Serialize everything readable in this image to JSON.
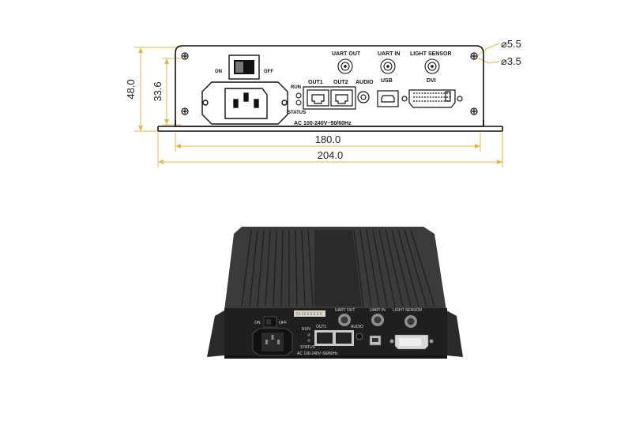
{
  "drawing": {
    "dim_height_outer": "48.0",
    "dim_height_inner": "33.6",
    "dim_width_inner": "180.0",
    "dim_width_outer": "204.0",
    "hole_large": "⌀5.5",
    "hole_small": "⌀3.5",
    "switch_on": "ON",
    "switch_off": "OFF",
    "run": "RUN",
    "status": "STATUS",
    "ac_label": "AC 100-240V~50/60Hz",
    "out1": "OUT1",
    "out2": "OUT2",
    "audio": "AUDIO",
    "uart_out": "UART OUT",
    "uart_in": "UART IN",
    "usb": "USB",
    "light_sensor": "LIGHT SENSOR",
    "dvi": "DVI",
    "colors": {
      "line": "#111111",
      "dimension": "#e2b64c",
      "annotation": "#d4a017"
    }
  },
  "photo": {
    "on": "ON",
    "off": "OFF",
    "run": "RUN",
    "status": "STATUS",
    "ac_label": "AC 100-240V~50/60Hz",
    "out1": "OUT1",
    "audio": "AUDIO",
    "uart_out": "UART OUT",
    "uart_in": "UART IN",
    "light_sensor": "LIGHT SENSOR",
    "colors": {
      "body": "#2b2b2d",
      "fins": "#3a3a3c",
      "panel": "#1e1e20"
    }
  }
}
